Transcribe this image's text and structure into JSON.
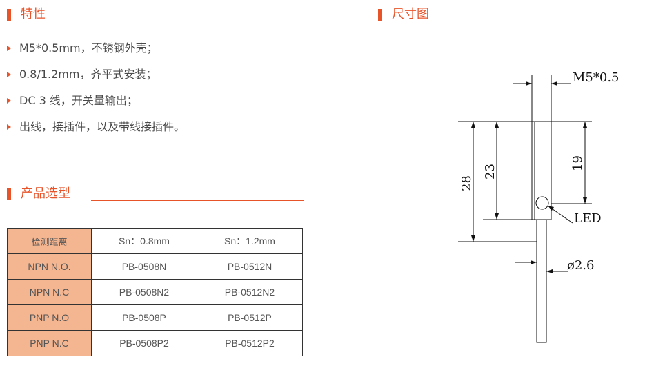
{
  "features_section": {
    "title": "特性",
    "items": [
      "M5*0.5mm，不锈钢外壳；",
      "0.8/1.2mm，齐平式安装；",
      "DC 3 线，开关量输出；",
      "出线，接插件，以及带线接插件。"
    ]
  },
  "dimension_section": {
    "title": "尺寸图",
    "labels": {
      "thread": "M5*0.5",
      "total_length": "28",
      "body_length": "23",
      "thread_length": "19",
      "led": "LED",
      "cable_diameter": "ø2.6"
    }
  },
  "selection_section": {
    "title": "产品选型",
    "table": {
      "header": [
        "检测距离",
        "Sn：0.8mm",
        "Sn：1.2mm"
      ],
      "rows": [
        [
          "NPN N.O.",
          "PB-0508N",
          "PB-0512N"
        ],
        [
          "NPN N.C",
          "PB-0508N2",
          "PB-0512N2"
        ],
        [
          "PNP N.O",
          "PB-0508P",
          "PB-0512P"
        ],
        [
          "PNP N.C",
          "PB-0508P2",
          "PB-0512P2"
        ]
      ]
    }
  },
  "colors": {
    "accent": "#e8542a",
    "table_header_fill": "#f4b591"
  }
}
